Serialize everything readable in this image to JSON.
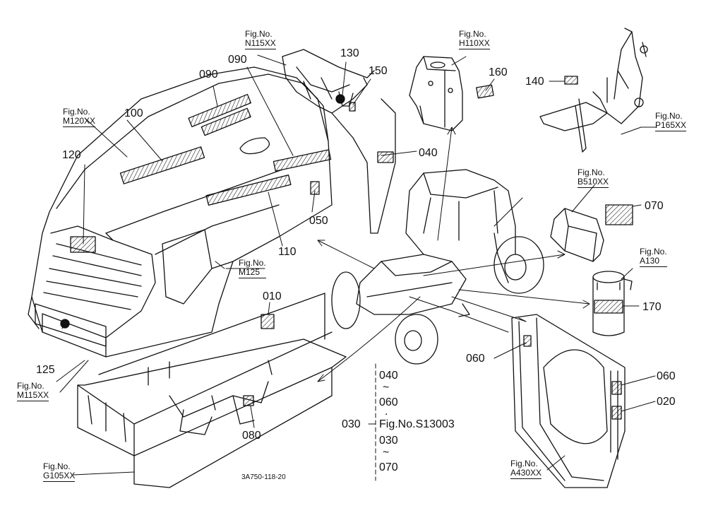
{
  "drawing_code": "3A750-118-20",
  "part_numbers": {
    "p010": "010",
    "p020": "020",
    "p030": "030",
    "p040": "040",
    "p040b": "040",
    "p050": "050",
    "p060a": "060",
    "p060b": "060",
    "p060c": "060",
    "p070": "070",
    "p070b": "070",
    "p080": "080",
    "p090a": "090",
    "p090b": "090",
    "p100": "100",
    "p110": "110",
    "p120": "120",
    "p125": "125",
    "p130": "130",
    "p140": "140",
    "p150": "150",
    "p160": "160",
    "p170": "170",
    "p030b": "030",
    "tilde": "~",
    "dot": "."
  },
  "figures": {
    "fig_label": "Fig.No.",
    "n115": "N115XX",
    "h110": "H110XX",
    "p165": "P165XX",
    "m120": "M120XX",
    "b510": "B510XX",
    "m125": "M125",
    "a130": "A130",
    "m115": "M115XX",
    "g105": "G105XX",
    "a430": "A430XX",
    "s13003": "Fig.No.S13003"
  }
}
